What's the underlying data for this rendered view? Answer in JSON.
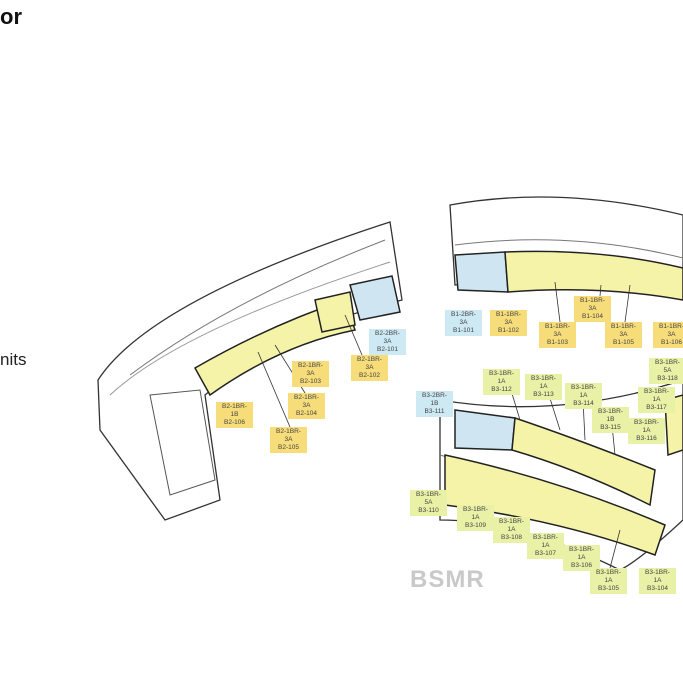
{
  "slide": {
    "title_fragment": "or",
    "side_text_fragment": "nits",
    "watermark": "BSMR"
  },
  "colors": {
    "unit_1br": "#f7dc7a",
    "unit_2br": "#cde9f3",
    "unit_b3": "#e9f1a6",
    "plan_fill_yellow": "#f4f3a8",
    "plan_fill_blue": "#cfe6f2"
  },
  "labels": [
    {
      "type": "B2-2BR-3A",
      "unit": "B2-101"
    },
    {
      "type": "B2-1BR-3A",
      "unit": "B2-102"
    },
    {
      "type": "B2-1BR-3A",
      "unit": "B2-103"
    },
    {
      "type": "B2-1BR-3A",
      "unit": "B2-104"
    },
    {
      "type": "B2-1BR-1B",
      "unit": "B2-106"
    },
    {
      "type": "B2-1BR-3A",
      "unit": "B2-105"
    },
    {
      "type": "B1-2BR-3A",
      "unit": "B1-101"
    },
    {
      "type": "B1-1BR-3A",
      "unit": "B1-102"
    },
    {
      "type": "B1-1BR-3A",
      "unit": "B1-103"
    },
    {
      "type": "B1-1BR-3A",
      "unit": "B1-104"
    },
    {
      "type": "B1-1BR-3A",
      "unit": "B1-105"
    },
    {
      "type": "B1-1BR-3A",
      "unit": "B1-106"
    },
    {
      "type": "B3-1BR-1A",
      "unit": "B3-112"
    },
    {
      "type": "B3-1BR-1A",
      "unit": "B3-113"
    },
    {
      "type": "B3-1BR-1A",
      "unit": "B3-114"
    },
    {
      "type": "B3-2BR-1B",
      "unit": "B3-111"
    },
    {
      "type": "B3-1BR-1B",
      "unit": "B3-115"
    },
    {
      "type": "B3-1BR-5A",
      "unit": "B3-118"
    },
    {
      "type": "B3-1BR-1A",
      "unit": "B3-117"
    },
    {
      "type": "B3-1BR-1A",
      "unit": "B3-116"
    },
    {
      "type": "B3-1BR-5A",
      "unit": "B3-110"
    },
    {
      "type": "B3-1BR-1A",
      "unit": "B3-109"
    },
    {
      "type": "B3-1BR-1A",
      "unit": "B3-108"
    },
    {
      "type": "B3-1BR-1A",
      "unit": "B3-107"
    },
    {
      "type": "B3-1BR-1A",
      "unit": "B3-106"
    },
    {
      "type": "B3-1BR-1A",
      "unit": "B3-105"
    },
    {
      "type": "B3-1BR-1A",
      "unit": "B3-104"
    }
  ]
}
